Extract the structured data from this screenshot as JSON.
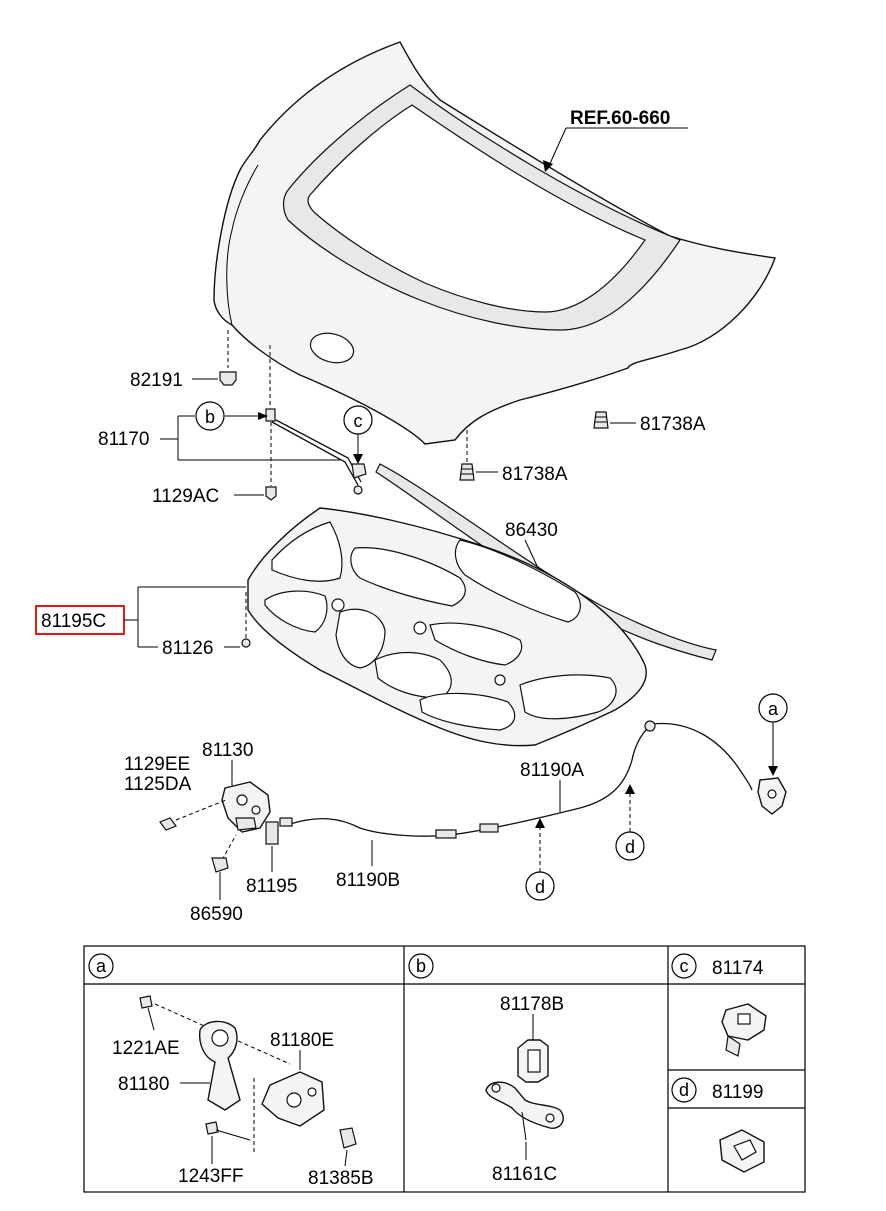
{
  "reference": "REF.60-660",
  "labels": {
    "p82191": "82191",
    "p81170": "81170",
    "p1129AC": "1129AC",
    "p81738A_1": "81738A",
    "p81738A_2": "81738A",
    "p86430": "86430",
    "p81195C": "81195C",
    "p81126": "81126",
    "p1129EE": "1129EE",
    "p81130": "81130",
    "p1125DA": "1125DA",
    "p81190A": "81190A",
    "p81195": "81195",
    "p81190B": "81190B",
    "p86590": "86590"
  },
  "callouts": {
    "a": "a",
    "b": "b",
    "c": "c",
    "d": "d"
  },
  "table": {
    "a": {
      "letter": "a",
      "parts": [
        "1221AE",
        "81180E",
        "81180",
        "1243FF",
        "81385B"
      ]
    },
    "b": {
      "letter": "b",
      "parts": [
        "81178B",
        "81161C"
      ]
    },
    "c": {
      "letter": "c",
      "part": "81174"
    },
    "d": {
      "letter": "d",
      "part": "81199"
    }
  },
  "highlighted_part": "81195C",
  "colors": {
    "highlight": "#e01919",
    "line": "#111111"
  }
}
